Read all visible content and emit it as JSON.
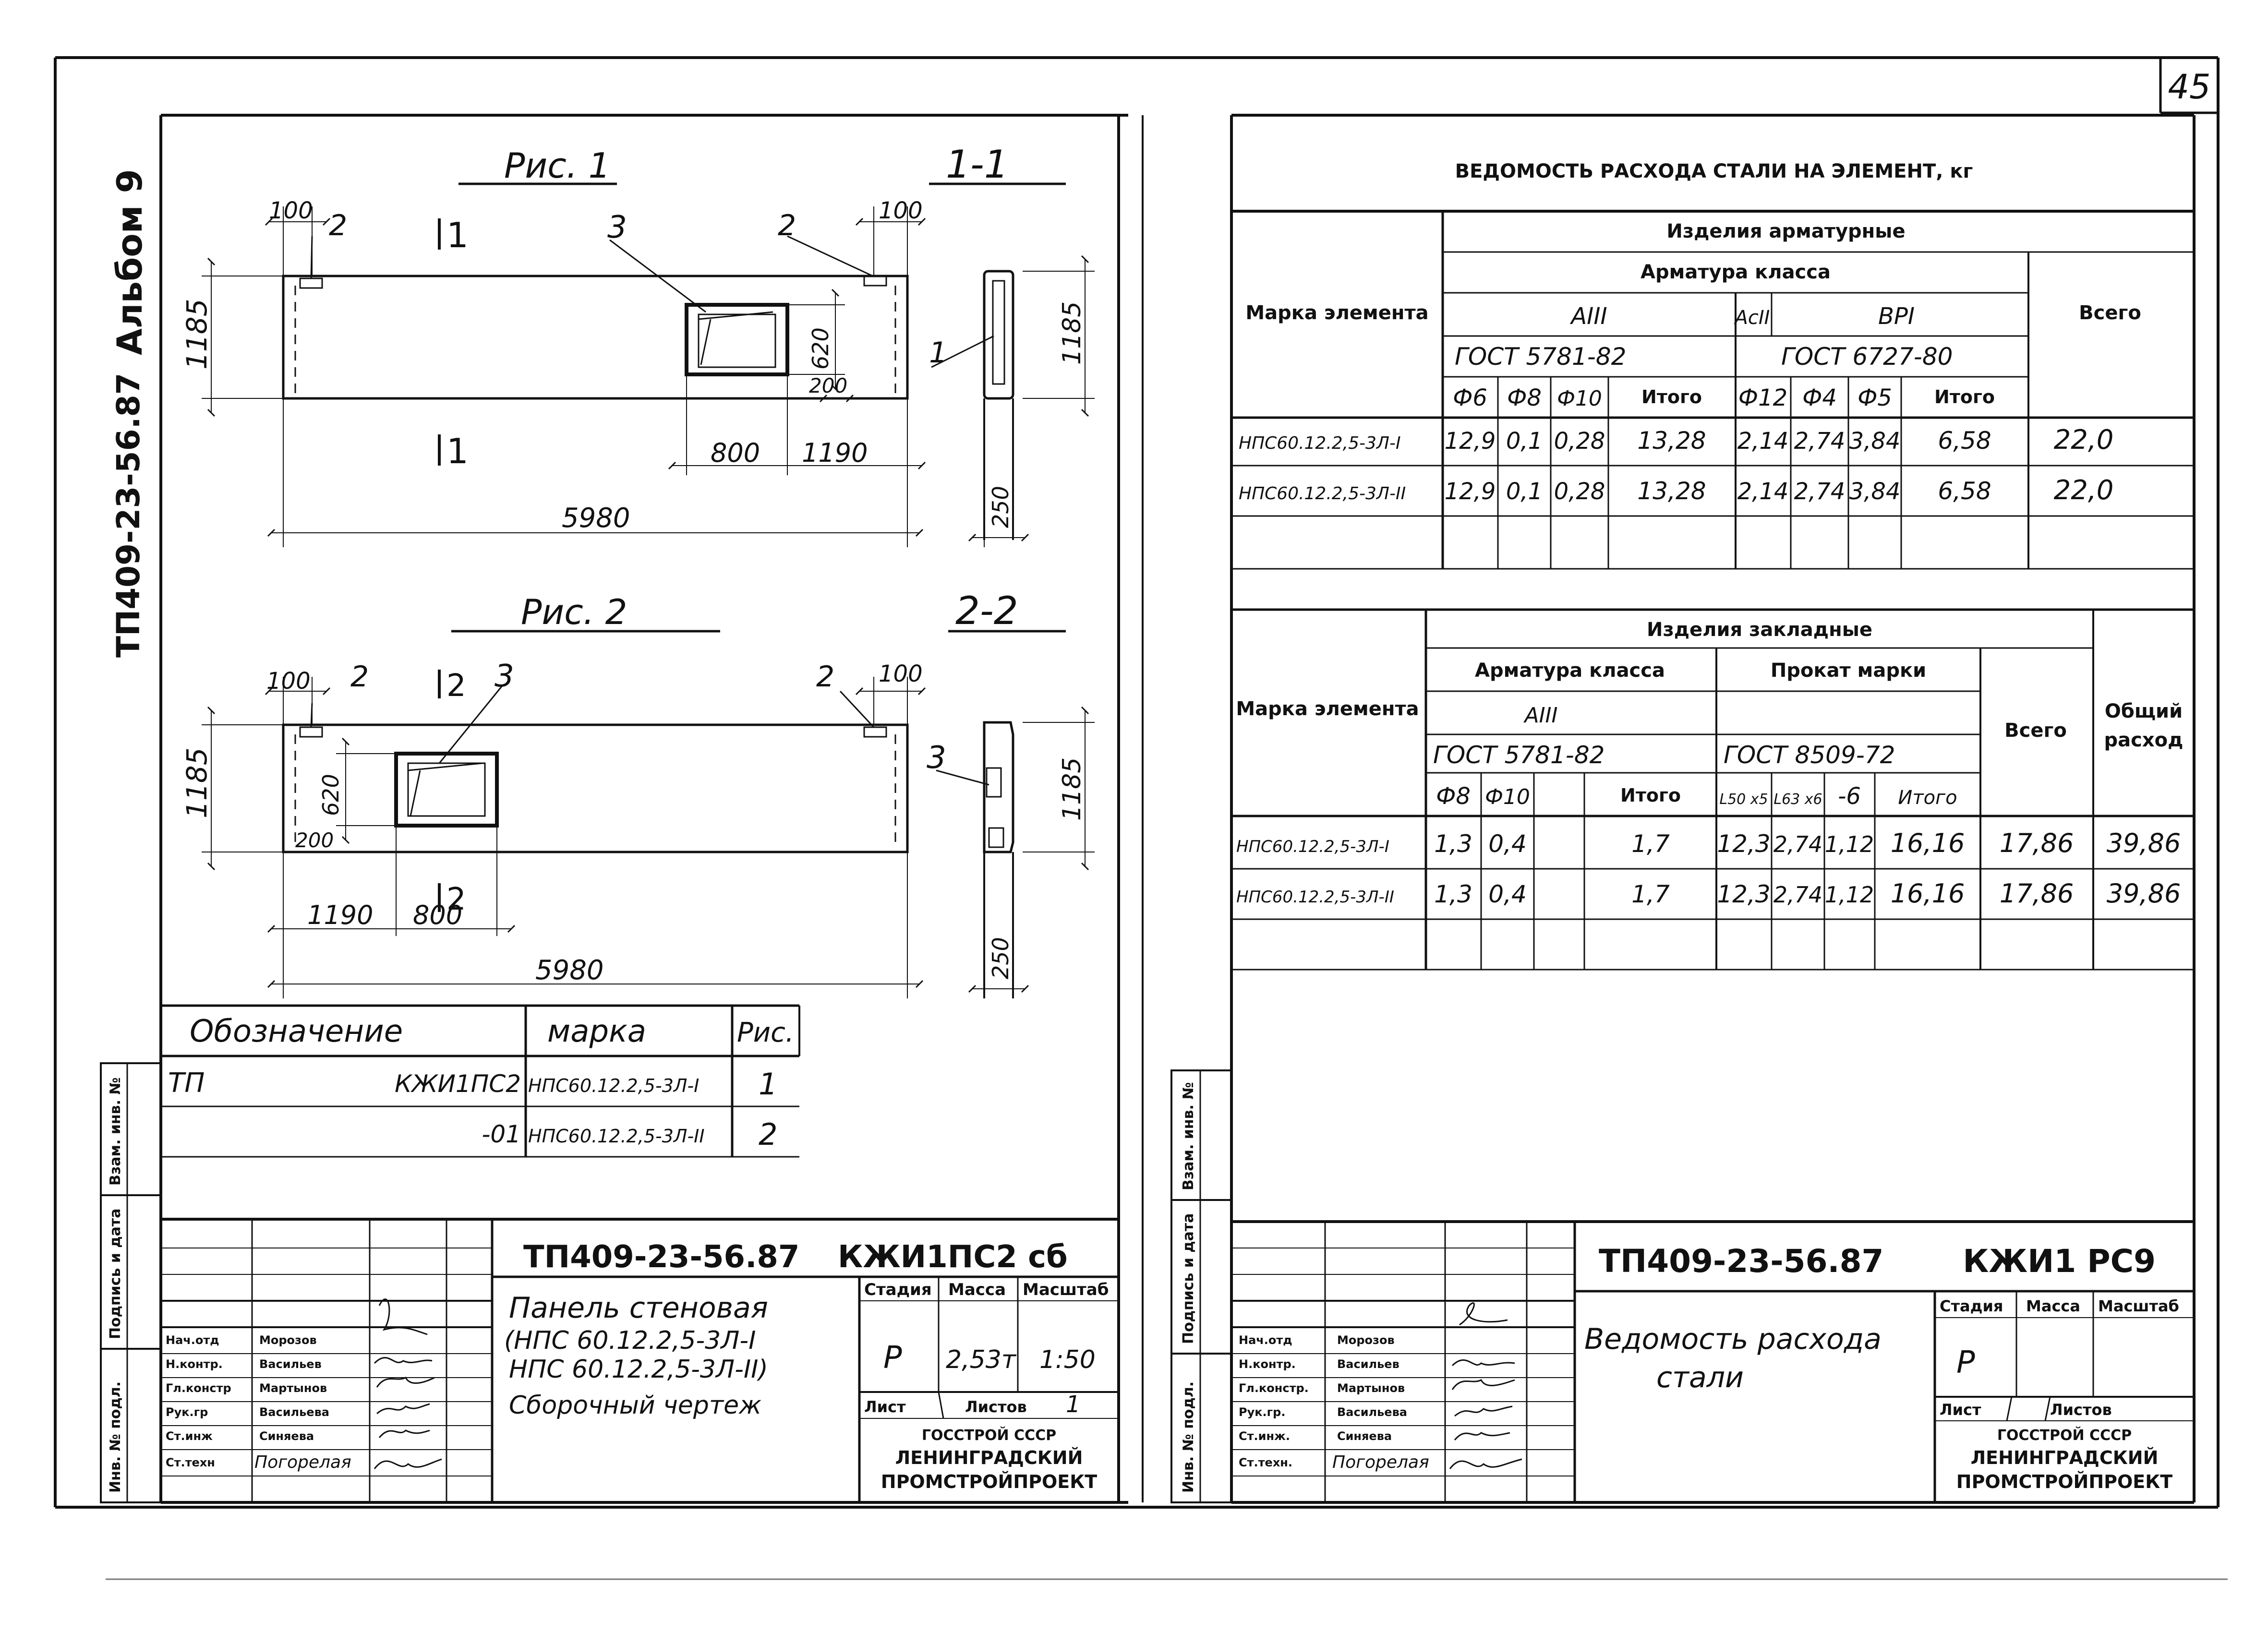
{
  "page_number": "45",
  "side_label": {
    "series": "ТП409-23-56.87",
    "album": "Альбом 9"
  },
  "left_sheet": {
    "fig1": {
      "title": "Рис. 1",
      "section": "1-1",
      "section_mark": "1",
      "dims": {
        "d100a": "100",
        "d100b": "100",
        "h1185": "1185",
        "h1185s": "1185",
        "w620": "620",
        "d200": "200",
        "w800": "800",
        "w1190": "1190",
        "w5980": "5980",
        "d250": "250"
      },
      "leaders": {
        "l2a": "2",
        "l2b": "2",
        "l3": "3",
        "l1": "1"
      }
    },
    "fig2": {
      "title": "Рис. 2",
      "section": "2-2",
      "section_mark": "2",
      "dims": {
        "d100a": "100",
        "d100b": "100",
        "h1185": "1185",
        "h1185s": "1185",
        "w620": "620",
        "d200": "200",
        "w800": "800",
        "w1190": "1190",
        "w5980": "5980",
        "d250": "250"
      },
      "leaders": {
        "l2a": "2",
        "l2b": "2",
        "l3": "3",
        "l3s": "3"
      }
    },
    "spec": {
      "headers": {
        "designation": "Обозначение",
        "mark": "марка",
        "fig": "Рис."
      },
      "rows": [
        {
          "prefix": "ТП",
          "designation": "КЖИ1ПС2",
          "mark": "НПС60.12.2,5-3Л-I",
          "fig": "1"
        },
        {
          "prefix": "",
          "designation": "-01",
          "mark": "НПС60.12.2,5-3Л-II",
          "fig": "2"
        }
      ]
    },
    "side_stamps": [
      "Взам. инв. №",
      "Подпись и дата",
      "Инв. № подл."
    ],
    "title_block": {
      "code": "ТП409-23-56.87",
      "doc": "КЖИ1ПС2 сб",
      "name_line1": "Панель стеновая",
      "name_line2": "(НПС 60.12.2,5-3Л-I",
      "name_line3": "НПС 60.12.2,5-3Л-II)",
      "name_line4": "Сборочный чертеж",
      "h_stage": "Стадия",
      "h_mass": "Масса",
      "h_scale": "Масштаб",
      "stage": "Р",
      "mass": "2,53т",
      "scale": "1:50",
      "sheet": "Лист",
      "sheets": "Листов",
      "sheets_value": "1",
      "org1": "ГОССТРОЙ СССР",
      "org2": "ЛЕНИНГРАДСКИЙ",
      "org3": "ПРОМСТРОЙПРОЕКТ",
      "roles": [
        {
          "role": "Нач.отд",
          "name": "Морозов"
        },
        {
          "role": "Н.контр.",
          "name": "Васильев"
        },
        {
          "role": "Гл.констр",
          "name": "Мартынов"
        },
        {
          "role": "Рук.гр",
          "name": "Васильева"
        },
        {
          "role": "Ст.инж",
          "name": "Синяева"
        },
        {
          "role": "Ст.техн",
          "name": "Погорелая"
        }
      ]
    }
  },
  "right_sheet": {
    "title": "ВЕДОМОСТЬ РАСХОДА СТАЛИ НА ЭЛЕМЕНТ, кг",
    "t1": {
      "h_group": "Изделия арматурные",
      "h_class": "Арматура класса",
      "h_mark": "Марка элемента",
      "h_total": "Всего",
      "h_a3": "АIII",
      "h_ac2": "АсII",
      "h_bp1": "ВРI",
      "gost1": "ГОСТ 5781-82",
      "gost2": "ГОСТ 6727-80",
      "cols": [
        "Ф6",
        "Ф8",
        "Ф10",
        "Итого",
        "Ф12",
        "Ф4",
        "Ф5",
        "Итого"
      ],
      "rows": [
        {
          "mark": "НПС60.12.2,5-3Л-I",
          "vals": [
            "12,9",
            "0,1",
            "0,28",
            "13,28",
            "2,14",
            "2,74",
            "3,84",
            "6,58"
          ],
          "total": "22,0"
        },
        {
          "mark": "НПС60.12.2,5-3Л-II",
          "vals": [
            "12,9",
            "0,1",
            "0,28",
            "13,28",
            "2,14",
            "2,74",
            "3,84",
            "6,58"
          ],
          "total": "22,0"
        }
      ]
    },
    "t2": {
      "h_group": "Изделия закладные",
      "h_class": "Арматура класса",
      "h_prokat": "Прокат марки",
      "h_mark": "Марка элемента",
      "h_a3": "АIII",
      "h_total": "Всего",
      "h_overall": "Общий",
      "h_overall2": "расход",
      "gost1": "ГОСТ 5781-82",
      "gost2": "ГОСТ 8509-72",
      "cols": [
        "Ф8",
        "Ф10",
        "",
        "Итого",
        "L50 x5",
        "L63 x6",
        "-6",
        "Итого"
      ],
      "rows": [
        {
          "mark": "НПС60.12.2,5-3Л-I",
          "vals": [
            "1,3",
            "0,4",
            "",
            "1,7",
            "12,3",
            "2,74",
            "1,12",
            "16,16"
          ],
          "total": "17,86",
          "overall": "39,86"
        },
        {
          "mark": "НПС60.12.2,5-3Л-II",
          "vals": [
            "1,3",
            "0,4",
            "",
            "1,7",
            "12,3",
            "2,74",
            "1,12",
            "16,16"
          ],
          "total": "17,86",
          "overall": "39,86"
        }
      ]
    },
    "side_stamps": [
      "Взам. инв. №",
      "Подпись и дата",
      "Инв. № подл."
    ],
    "title_block": {
      "code": "ТП409-23-56.87",
      "doc": "КЖИ1 РС9",
      "name_line1": "Ведомость расхода",
      "name_line2": "стали",
      "h_stage": "Стадия",
      "h_mass": "Масса",
      "h_scale": "Масштаб",
      "stage": "Р",
      "sheet": "Лист",
      "sheets": "Листов",
      "org1": "ГОССТРОЙ СССР",
      "org2": "ЛЕНИНГРАДСКИЙ",
      "org3": "ПРОМСТРОЙПРОЕКТ",
      "roles": [
        {
          "role": "Нач.отд",
          "name": "Морозов"
        },
        {
          "role": "Н.контр.",
          "name": "Васильев"
        },
        {
          "role": "Гл.констр.",
          "name": "Мартынов"
        },
        {
          "role": "Рук.гр.",
          "name": "Васильева"
        },
        {
          "role": "Ст.инж.",
          "name": "Синяева"
        },
        {
          "role": "Ст.техн.",
          "name": "Погорелая"
        }
      ]
    }
  }
}
